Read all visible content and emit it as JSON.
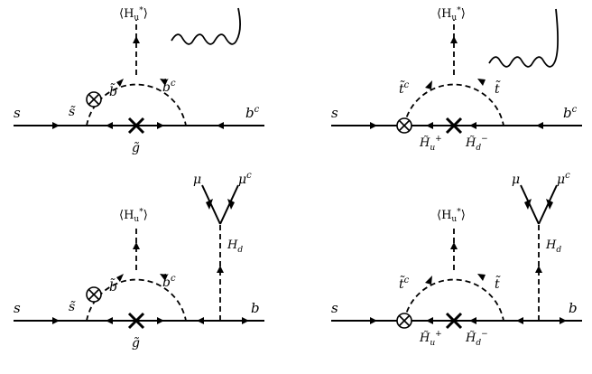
{
  "diagrams": [
    {
      "left_fermion": "s",
      "right_fermion": "b",
      "right_sup": "c",
      "vev": "⟨H",
      "vev_sub": "u",
      "vev_sup": "*",
      "vev_close": "⟩",
      "loop_left": "s̃",
      "loop_left_top": "b̃",
      "loop_right": "b̃",
      "loop_right_sup": "c",
      "bottom_left": "g̃",
      "bottom_right": ""
    },
    {
      "left_fermion": "s",
      "right_fermion": "b",
      "right_sup": "c",
      "vev": "⟨H",
      "vev_sub": "u",
      "vev_sup": "*",
      "vev_close": "⟩",
      "loop_left": "t̃",
      "loop_left_sup": "c",
      "loop_right": "t̃",
      "bottom_left": "H̃",
      "bottom_left_sub": "u",
      "bottom_left_sup": "+",
      "bottom_right": "H̃",
      "bottom_right_sub": "d",
      "bottom_right_sup": "−"
    },
    {
      "left_fermion": "s",
      "right_fermion": "b",
      "vev": "⟨H",
      "vev_sub": "u",
      "vev_sup": "*",
      "vev_close": "⟩",
      "loop_left": "s̃",
      "loop_left_top": "b̃",
      "loop_right": "b̃",
      "loop_right_sup": "c",
      "bottom_left": "g̃",
      "mu": "μ",
      "mu_c": "μ",
      "mu_c_sup": "c",
      "higgs_d": "H",
      "higgs_d_sub": "d"
    },
    {
      "left_fermion": "s",
      "right_fermion": "b",
      "vev": "⟨H",
      "vev_sub": "u",
      "vev_sup": "*",
      "vev_close": "⟩",
      "loop_left": "t̃",
      "loop_left_sup": "c",
      "loop_right": "t̃",
      "bottom_left": "H̃",
      "bottom_left_sub": "u",
      "bottom_left_sup": "+",
      "bottom_right": "H̃",
      "bottom_right_sub": "d",
      "bottom_right_sup": "−",
      "mu": "μ",
      "mu_c": "μ",
      "mu_c_sup": "c",
      "higgs_d": "H",
      "higgs_d_sub": "d"
    }
  ]
}
